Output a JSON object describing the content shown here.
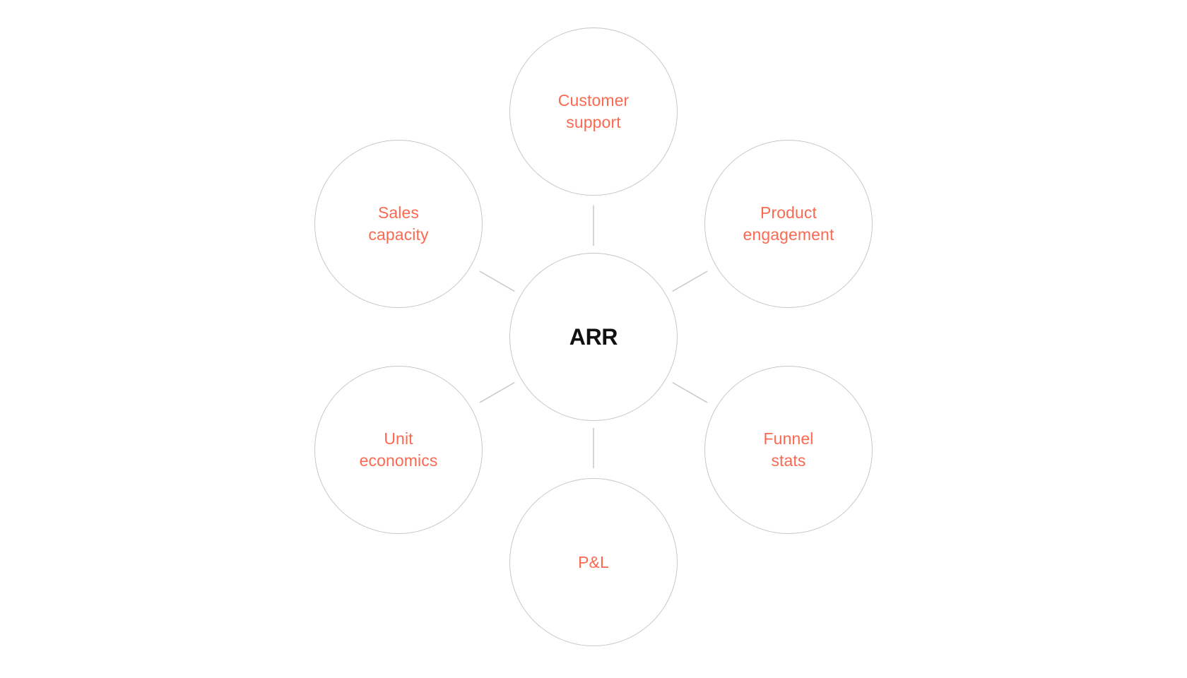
{
  "diagram": {
    "type": "radial-mind-map",
    "center_node": {
      "id": "arr",
      "label": "ARR"
    },
    "nodes": [
      {
        "id": "customer-support",
        "position": "top",
        "label": [
          "Customer",
          "support"
        ]
      },
      {
        "id": "product-engagement",
        "position": "upper-right",
        "label": [
          "Product",
          "engagement"
        ]
      },
      {
        "id": "funnel-stats",
        "position": "lower-right",
        "label": [
          "Funnel",
          "stats"
        ]
      },
      {
        "id": "pnl",
        "position": "bottom",
        "label": [
          "P&L"
        ]
      },
      {
        "id": "unit-economics",
        "position": "lower-left",
        "label": [
          "Unit",
          "economics"
        ]
      },
      {
        "id": "sales-capacity",
        "position": "upper-left",
        "label": [
          "Sales",
          "capacity"
        ]
      }
    ],
    "colors": {
      "node_text": "#FA6A52",
      "center_text": "#111111",
      "circle_stroke": "#C7C7C7",
      "connector": "#C7C7C7",
      "background": "#FFFFFF"
    }
  }
}
